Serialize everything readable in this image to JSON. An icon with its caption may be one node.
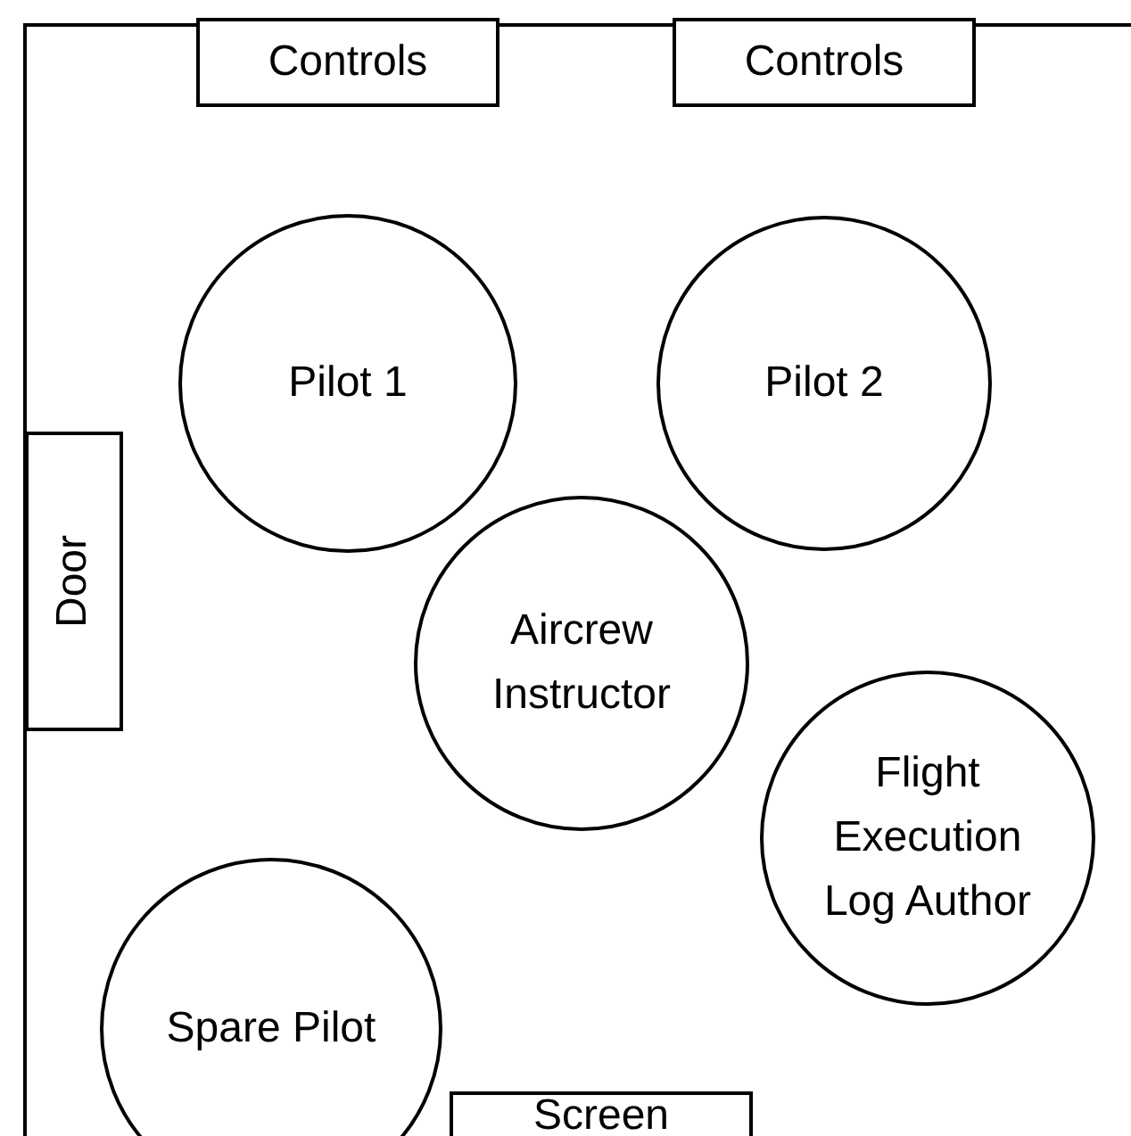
{
  "diagram": {
    "nodes": [
      {
        "text": [
          "Controls"
        ]
      },
      {
        "text": [
          "Controls"
        ]
      },
      {
        "text": [
          "Pilot 1"
        ]
      },
      {
        "text": [
          "Pilot 2"
        ]
      },
      {
        "text": [
          "Door"
        ]
      },
      {
        "text": [
          "Aircrew Instructor"
        ]
      },
      {
        "text": [
          "Flight Execution Log Author"
        ]
      },
      {
        "text": [
          "Spare Pilot"
        ]
      },
      {
        "text": [
          "Screen"
        ]
      }
    ]
  }
}
